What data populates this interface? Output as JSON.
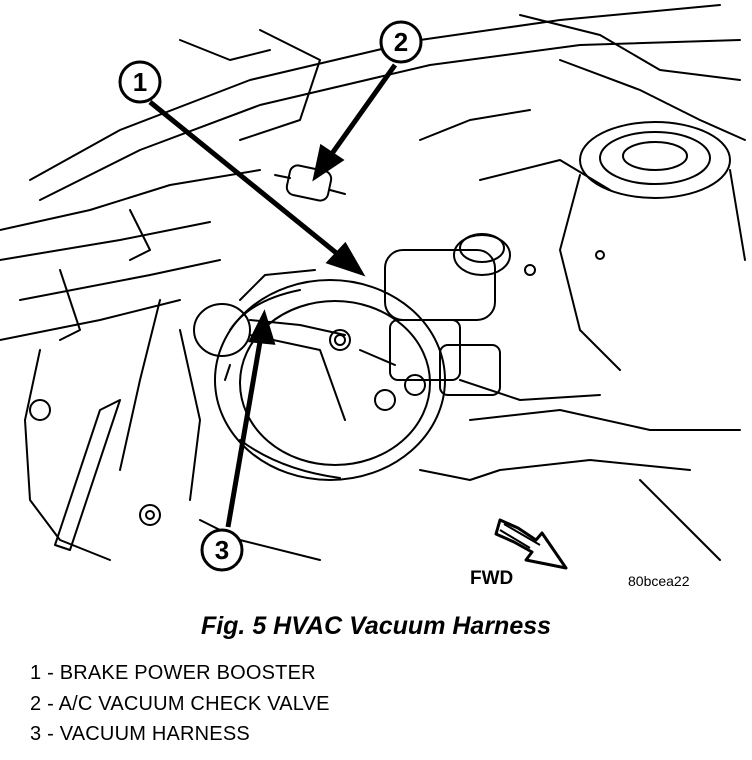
{
  "figure": {
    "caption": "Fig. 5 HVAC Vacuum Harness",
    "image_code": "80bcea22",
    "direction_label": "FWD"
  },
  "callouts": [
    {
      "number": "1"
    },
    {
      "number": "2"
    },
    {
      "number": "3"
    }
  ],
  "legend": [
    {
      "text": "1 - BRAKE POWER BOOSTER"
    },
    {
      "text": "2 - A/C VACUUM CHECK VALVE"
    },
    {
      "text": "3 - VACUUM HARNESS"
    }
  ]
}
